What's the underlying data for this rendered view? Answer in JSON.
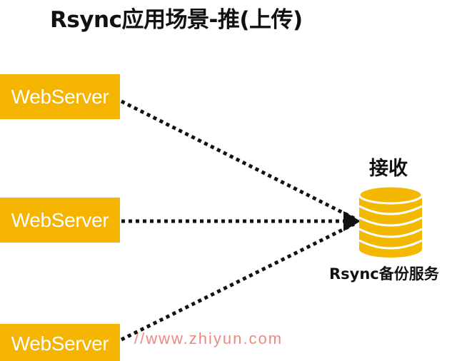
{
  "title": "Rsync应用场景-推(上传)",
  "servers": [
    {
      "label": "WebServer"
    },
    {
      "label": "WebServer"
    },
    {
      "label": "WebServer"
    }
  ],
  "receiver": {
    "caption": "接收",
    "service_label": "Rsync备份服务"
  },
  "watermark": "//www.zhiyun.com",
  "colors": {
    "server_fill": "#f5b400",
    "database_fill": "#f5b800",
    "database_stroke": "#ffffff",
    "arrow": "#111111",
    "watermark": "#e23a2e"
  },
  "icons": {
    "receiver": "database-icon"
  }
}
